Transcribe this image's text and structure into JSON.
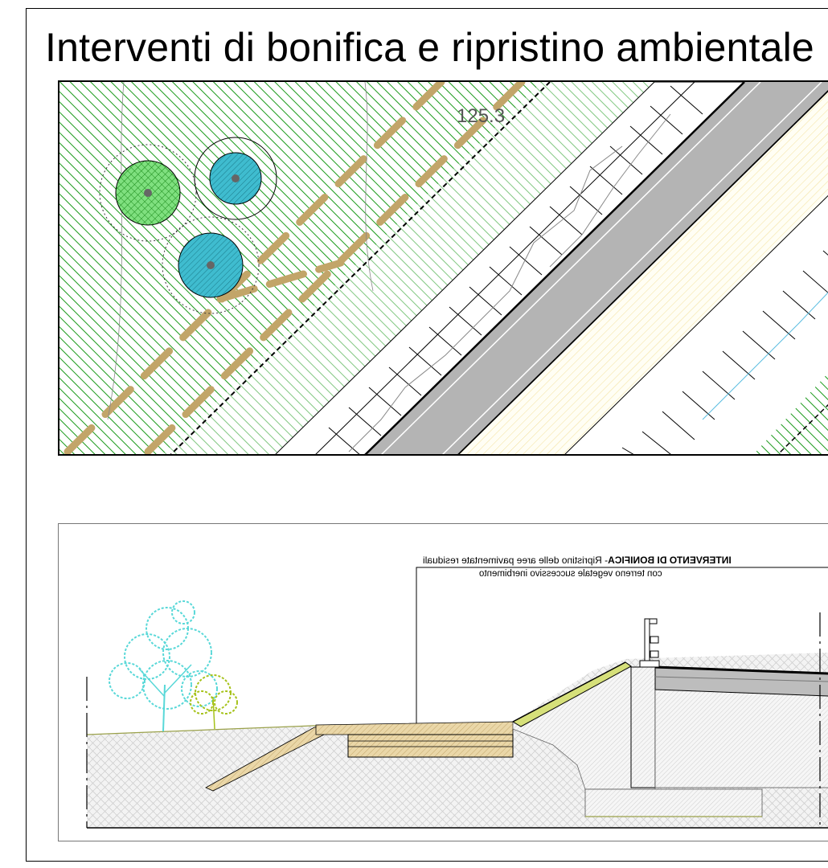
{
  "title": "Interventi di bonifica e ripristino ambientale",
  "plan": {
    "elevation_label": "125.3"
  },
  "section": {
    "note_bold": "INTERVENTO DI BONIFICA",
    "note_rest": "- Ripristino delle aree pavimentate residuali",
    "note_line2": "con terreno vegetale successivo inerbimento"
  },
  "colors": {
    "hatch_green": "#1a9a1a",
    "path_tan": "#c2a569",
    "road_gray": "#b4b4b4",
    "tree_cyan": "#58d8d8",
    "tree_yellow": "#a6c21a",
    "canopy_blue": "#39b7cc"
  }
}
